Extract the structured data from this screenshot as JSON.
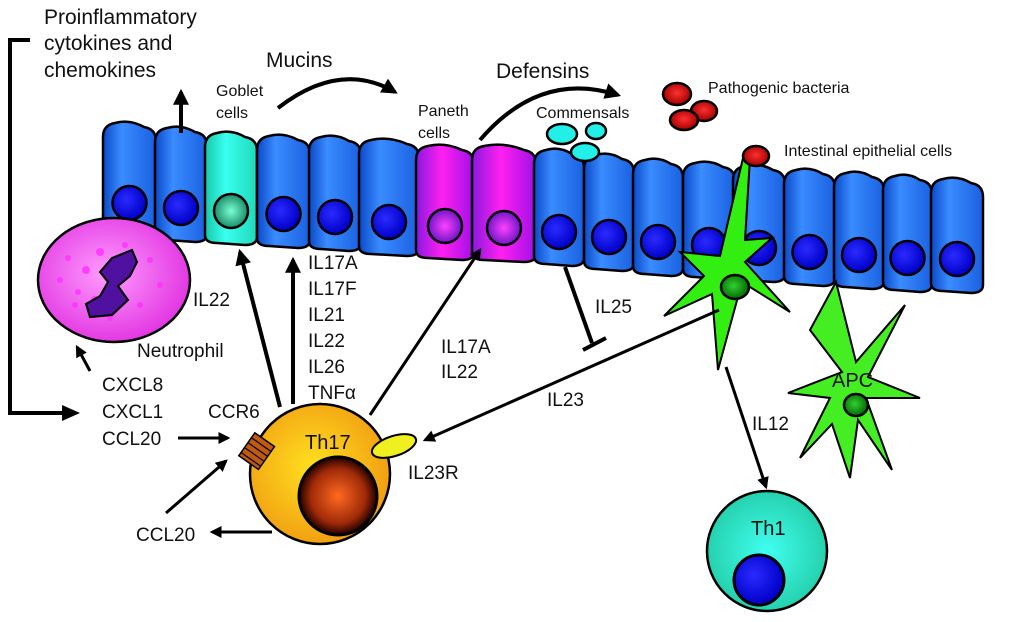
{
  "title_labels": {
    "proinflammatory": [
      "Proinflammatory",
      "cytokines and",
      "chemokines"
    ],
    "mucins": "Mucins",
    "goblet": [
      "Goblet",
      "cells"
    ],
    "defensins": "Defensins",
    "paneth": [
      "Paneth",
      "cells"
    ],
    "commensals": "Commensals",
    "pathogenic": "Pathogenic bacteria",
    "intestinal": "Intestinal epithelial cells"
  },
  "left_labels": {
    "il22": "IL22",
    "neutrophil": "Neutrophil",
    "chemokines": [
      "CXCL8",
      "CXCL1",
      "CCL20"
    ],
    "ccr6": "CCR6",
    "ccl20_out": "CCL20"
  },
  "th17_products": [
    "IL17A",
    "IL17F",
    "IL21",
    "IL22",
    "IL26",
    "TNFα"
  ],
  "paneth_signals": [
    "IL17A",
    "IL22"
  ],
  "right_labels": {
    "il25": "IL25",
    "il23": "IL23",
    "il23r": "IL23R",
    "il12": "IL12",
    "apc": "APC",
    "th17": "Th17",
    "th1": "Th1"
  },
  "colors": {
    "epithelial": "#2a7fff",
    "epithelial_dark": "#0a3fb0",
    "nucleus": "#1010e8",
    "goblet": "#2ef5d8",
    "paneth": "#e01ee8",
    "neutrophil": "#ff55f0",
    "th17": "#ffb020",
    "th1": "#30e8c8",
    "apc": "#44ee22",
    "bacteria": "#dd0000",
    "commensal": "#22f0e8",
    "receptor_il23r": "#f0f020",
    "receptor_ccr6": "#c05a10"
  }
}
